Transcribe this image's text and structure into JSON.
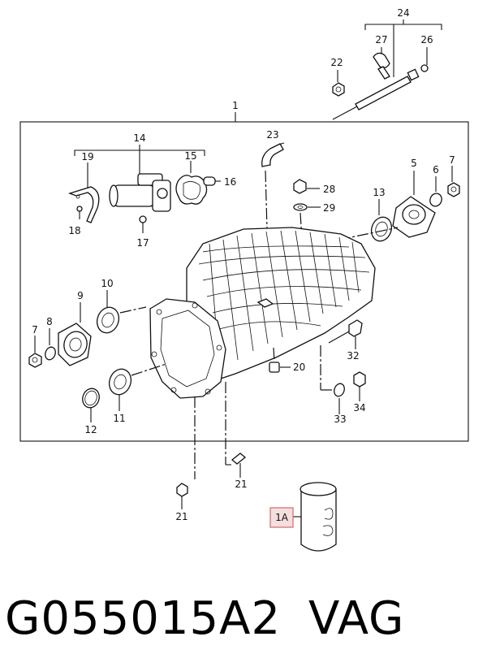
{
  "callouts": {
    "c1": "1",
    "c1a": "1A",
    "c5": "5",
    "c6": "6",
    "c7a": "7",
    "c7b": "7",
    "c8": "8",
    "c9": "9",
    "c10": "10",
    "c11": "11",
    "c12": "12",
    "c13": "13",
    "c14": "14",
    "c15": "15",
    "c16": "16",
    "c17": "17",
    "c18": "18",
    "c19": "19",
    "c20": "20",
    "c21a": "21",
    "c21b": "21",
    "c22": "22",
    "c23": "23",
    "c24": "24",
    "c26": "26",
    "c27": "27",
    "c28": "28",
    "c29": "29",
    "c32": "32",
    "c33": "33",
    "c34": "34"
  },
  "caption": {
    "part_number": "G055015A2",
    "brand": "VAG"
  },
  "colors": {
    "highlight_fill": "#f6dede",
    "highlight_border": "#d06a6a"
  }
}
